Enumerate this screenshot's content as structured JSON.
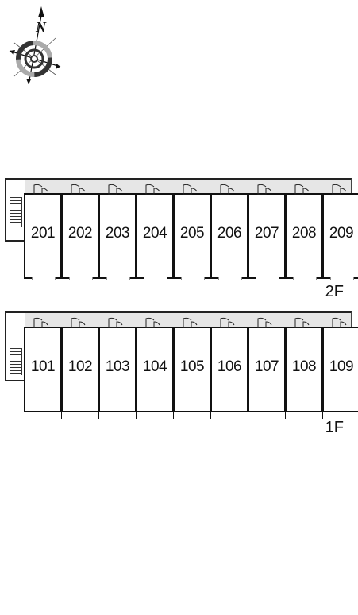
{
  "compass": {
    "north_label": "N",
    "icon": "compass-rose-icon"
  },
  "floors": [
    {
      "label": "2F",
      "units": [
        "201",
        "202",
        "203",
        "204",
        "205",
        "206",
        "207",
        "208",
        "209"
      ]
    },
    {
      "label": "1F",
      "units": [
        "101",
        "102",
        "103",
        "104",
        "105",
        "106",
        "107",
        "108",
        "109"
      ]
    }
  ]
}
